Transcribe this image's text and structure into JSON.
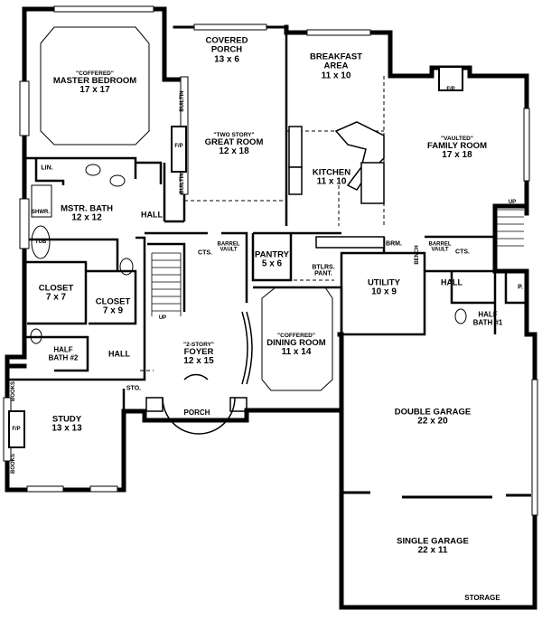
{
  "rooms": {
    "master_bedroom": {
      "qual": "\"COFFERED\"",
      "name": "MASTER BEDROOM",
      "dim": "17 x 17"
    },
    "covered_porch": {
      "name": "COVERED PORCH",
      "dim": "13 x 6"
    },
    "breakfast": {
      "name": "BREAKFAST AREA",
      "dim": "11 x 10"
    },
    "great_room": {
      "qual": "\"TWO STORY\"",
      "name": "GREAT ROOM",
      "dim": "12 x 18"
    },
    "kitchen": {
      "name": "KITCHEN",
      "dim": "11 x 10"
    },
    "family_room": {
      "qual": "\"VAULTED\"",
      "name": "FAMILY ROOM",
      "dim": "17 x 18"
    },
    "mstr_bath": {
      "name": "MSTR. BATH",
      "dim": "12 x 12"
    },
    "closet_a": {
      "name": "CLOSET",
      "dim": "7 x 7"
    },
    "closet_b": {
      "name": "CLOSET",
      "dim": "7 x 9"
    },
    "pantry": {
      "name": "PANTRY",
      "dim": "5 x 6"
    },
    "utility": {
      "name": "UTILITY",
      "dim": "10 x 9"
    },
    "half_bath_1": {
      "name": "HALF BATH #1"
    },
    "half_bath_2": {
      "name": "HALF BATH #2"
    },
    "foyer": {
      "qual": "\"2-STORY\"",
      "name": "FOYER",
      "dim": "12 x 15"
    },
    "dining": {
      "qual": "\"COFFERED\"",
      "name": "DINING ROOM",
      "dim": "11 x 14"
    },
    "study": {
      "name": "STUDY",
      "dim": "13 x 13"
    },
    "double_garage": {
      "name": "DOUBLE GARAGE",
      "dim": "22 x 20"
    },
    "single_garage": {
      "name": "SINGLE GARAGE",
      "dim": "22 x 11"
    }
  },
  "labels": {
    "lin": "LIN.",
    "shwr": "SHWR.",
    "tub": "TUB",
    "hall_left": "HALL",
    "hall_study": "HALL",
    "hall_right": "HALL",
    "cts_left": "CTS.",
    "cts_right": "CTS.",
    "barrel_left": "BARREL VAULT",
    "barrel_right": "BARREL VAULT",
    "btlrs": "BTLRS. PANT.",
    "brm": "BRM.",
    "bench": "BENCH",
    "p": "P.",
    "sto": "STO.",
    "porch": "PORCH",
    "storage": "STORAGE",
    "fp_great": "F/P",
    "fp_family": "F/P",
    "fp_study": "F/P",
    "up_left": "UP",
    "up_right": "UP",
    "builtin_top": "BUILTIN",
    "builtin_bottom": "BUILTIN",
    "books_top": "BOOKS",
    "books_bottom": "BOOKS"
  }
}
